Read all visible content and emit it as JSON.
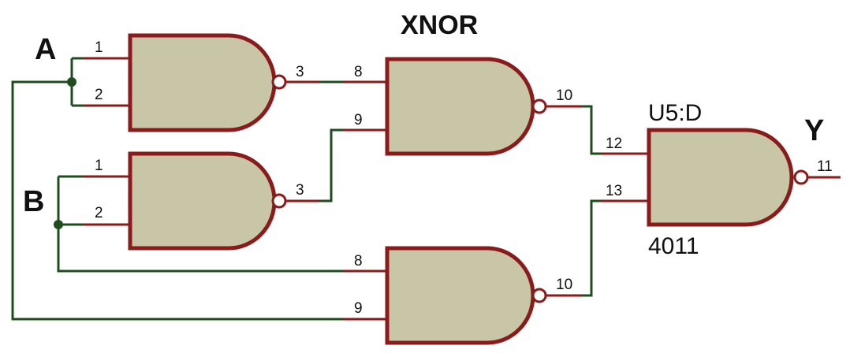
{
  "diagram": {
    "title": "XNOR",
    "inputs": {
      "a": "A",
      "b": "B"
    },
    "output": "Y",
    "part_ref": "U5:D",
    "part_value": "4011",
    "gates": [
      {
        "id": "gate-1",
        "pins": {
          "in1": "1",
          "in2": "2",
          "out": "3"
        }
      },
      {
        "id": "gate-2",
        "pins": {
          "in1": "1",
          "in2": "2",
          "out": "3"
        }
      },
      {
        "id": "gate-3",
        "pins": {
          "in1": "8",
          "in2": "9",
          "out": "10"
        }
      },
      {
        "id": "gate-4",
        "pins": {
          "in1": "8",
          "in2": "9",
          "out": "10"
        }
      },
      {
        "id": "gate-5",
        "pins": {
          "in1": "12",
          "in2": "13",
          "out": "11"
        }
      }
    ],
    "colors": {
      "wire": "#1f4d1f",
      "pin": "#8b1a1a",
      "gate_fill": "#c8c6a6"
    }
  }
}
